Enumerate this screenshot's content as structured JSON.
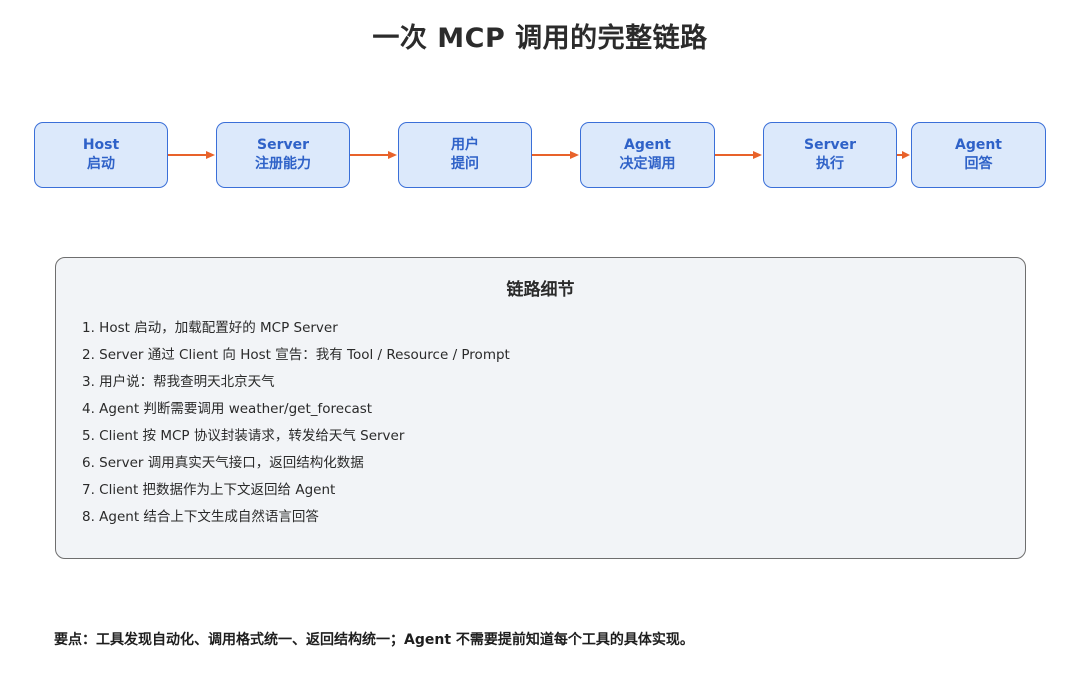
{
  "title": "一次 MCP 调用的完整链路",
  "flow": {
    "steps": [
      {
        "line1": "Host",
        "line2": "启动"
      },
      {
        "line1": "Server",
        "line2": "注册能力"
      },
      {
        "line1": "用户",
        "line2": "提问"
      },
      {
        "line1": "Agent",
        "line2": "决定调用"
      },
      {
        "line1": "Server",
        "line2": "执行"
      },
      {
        "line1": "Agent",
        "line2": "回答"
      }
    ],
    "colors": {
      "box_fill": "#dce9fb",
      "box_border": "#3a6fd8",
      "box_text": "#2f62c8",
      "arrow": "#e8622a"
    }
  },
  "details": {
    "title": "链路细节",
    "items": [
      "1. Host 启动，加载配置好的 MCP Server",
      "2. Server 通过 Client 向 Host 宣告：我有 Tool / Resource / Prompt",
      "3. 用户说：帮我查明天北京天气",
      "4. Agent 判断需要调用 weather/get_forecast",
      "5. Client 按 MCP 协议封装请求，转发给天气 Server",
      "6. Server 调用真实天气接口，返回结构化数据",
      "7. Client 把数据作为上下文返回给 Agent",
      "8. Agent 结合上下文生成自然语言回答"
    ]
  },
  "key_point": "要点：工具发现自动化、调用格式统一、返回结构统一；Agent 不需要提前知道每个工具的具体实现。"
}
